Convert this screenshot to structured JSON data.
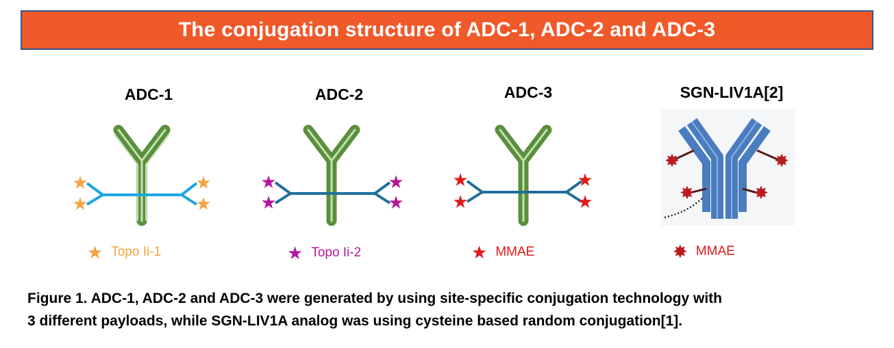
{
  "header": {
    "title": "The conjugation structure of ADC-1, ADC-2 and ADC-3"
  },
  "panels": [
    {
      "title": "ADC-1",
      "legend_label": "Topo Ii-1",
      "legend_color": "#f4a340",
      "linker_color": "#1ba5e0",
      "payload_shape": "star"
    },
    {
      "title": "ADC-2",
      "legend_label": "Topo Ii-2",
      "legend_color": "#b5179e",
      "linker_color": "#1f6f9a",
      "payload_shape": "star"
    },
    {
      "title": "ADC-3",
      "legend_label": "MMAE",
      "legend_color": "#e01919",
      "linker_color": "#1f6f9a",
      "payload_shape": "star"
    },
    {
      "title": "SGN-LIV1A[2]",
      "legend_label": "MMAE",
      "legend_color": "#b81d1d",
      "linker_color": "#5a1a1a",
      "payload_shape": "burst"
    }
  ],
  "caption": {
    "line1": "Figure 1. ADC-1, ADC-2 and ADC-3 were generated by using site-specific conjugation technology with",
    "line2": "3 different payloads, while SGN-LIV1A analog was using cysteine based random conjugation[1]."
  },
  "colors": {
    "banner": "#f0592a",
    "banner_border": "#2f5597",
    "antibody_green": "#5a8f3c",
    "antibody_blue": "#4a7cc0"
  }
}
